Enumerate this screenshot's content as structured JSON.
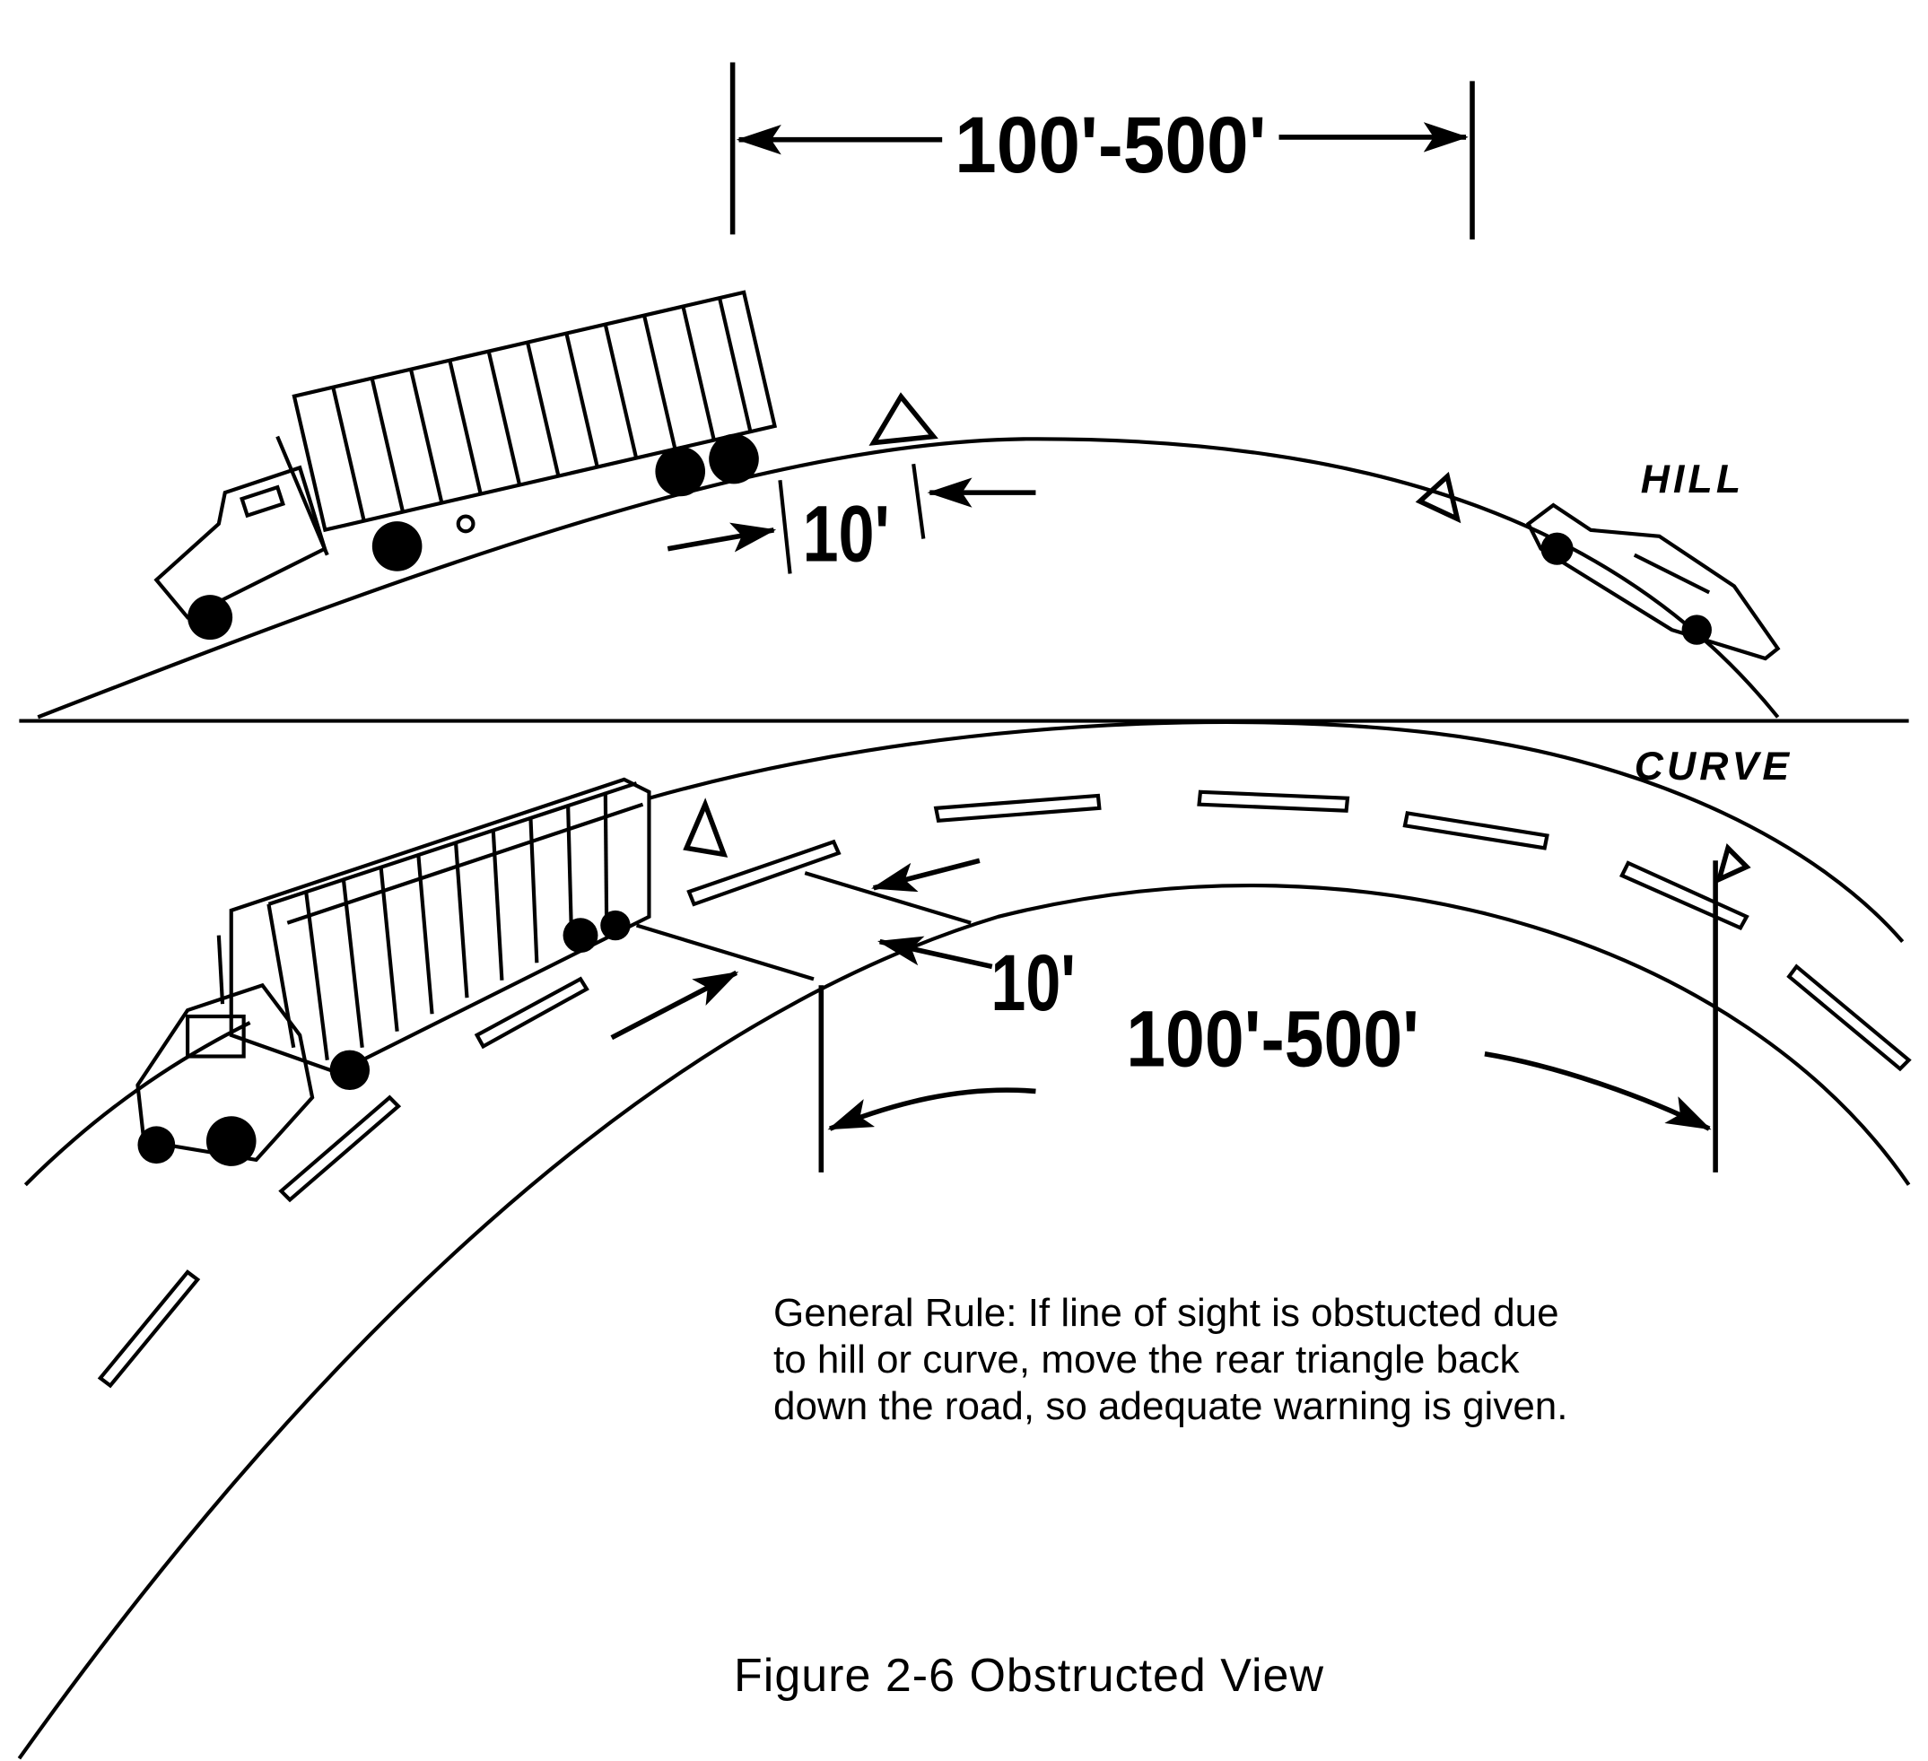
{
  "figure": {
    "caption": "Figure 2-6 Obstructed View",
    "general_rule": "General Rule: If line of sight is obstucted due to hill or curve, move the rear triangle back down the road, so adequate warning is given."
  },
  "hill": {
    "label": "HILL",
    "distance_far": "100'-500'",
    "distance_near": "10'"
  },
  "curve": {
    "label": "CURVE",
    "distance_far": "100'-500'",
    "distance_near": "10'"
  }
}
